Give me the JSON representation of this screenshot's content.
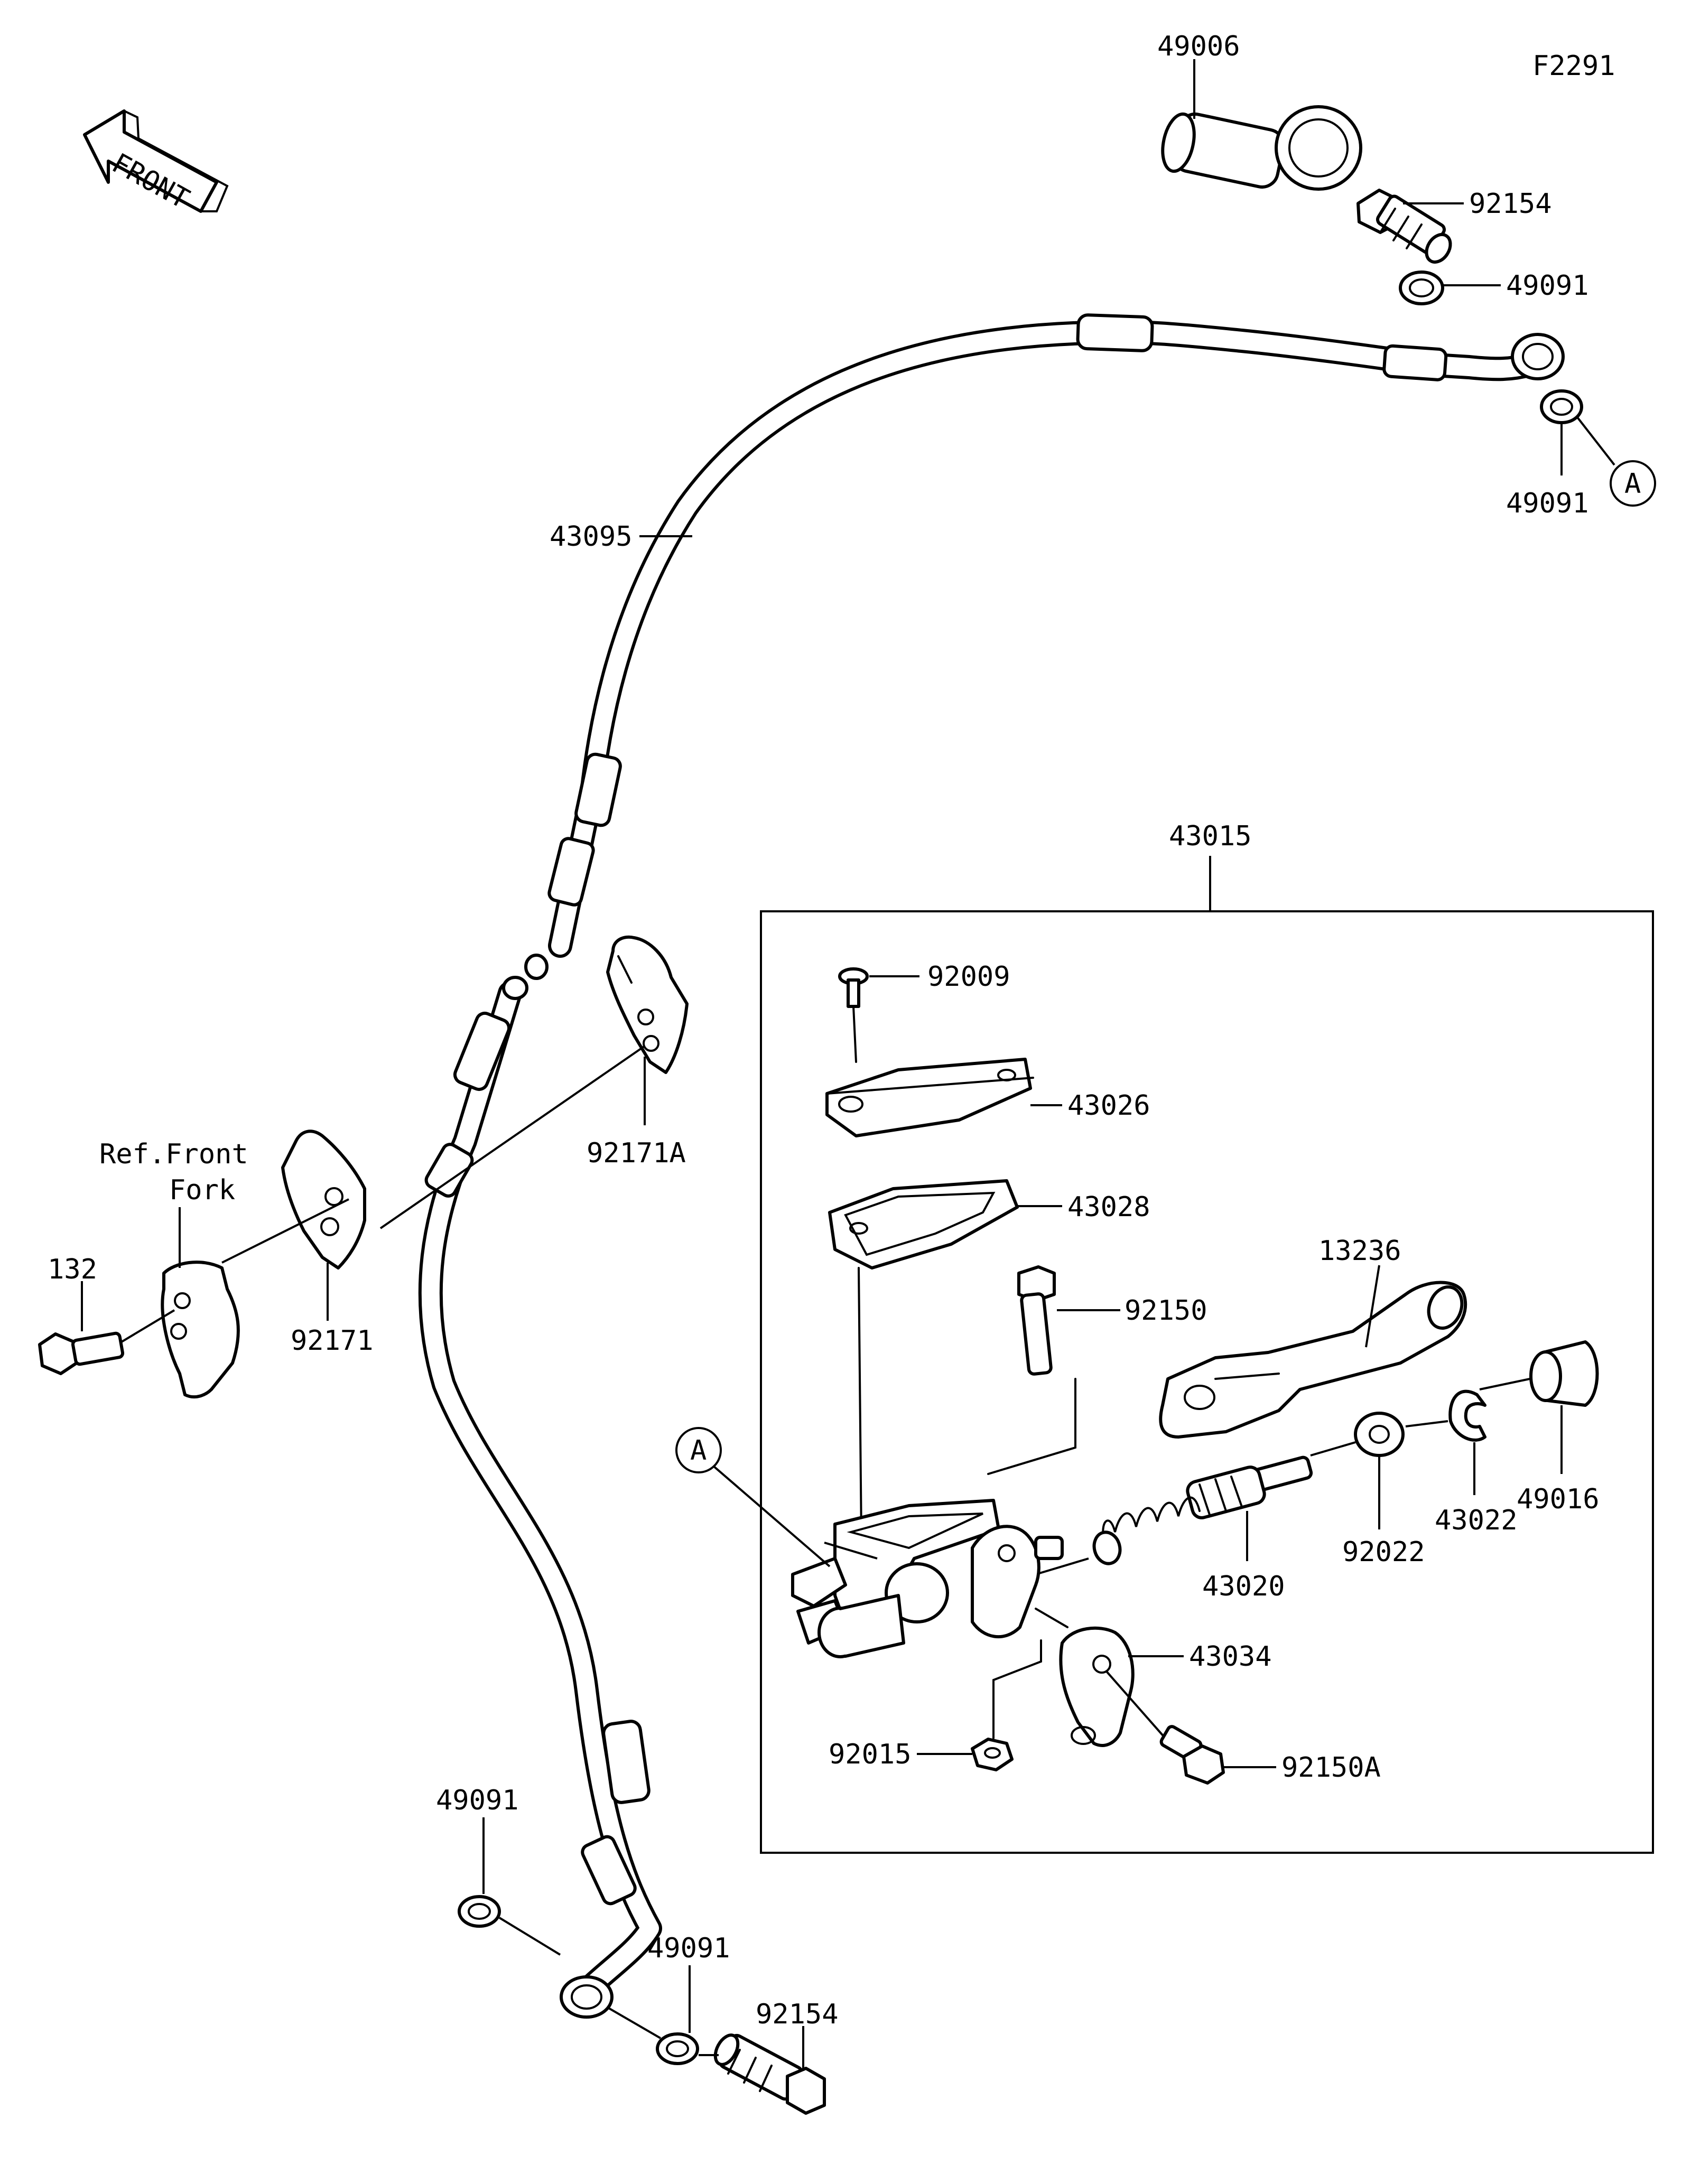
{
  "diagram_id": "F2291",
  "front_arrow_label": "FRONT",
  "ref_note": [
    "Ref.Front",
    "Fork"
  ],
  "callout_letter": "A",
  "parts": {
    "p49006": "49006",
    "p92154_top": "92154",
    "p49091_top1": "49091",
    "p49091_top2": "49091",
    "p43095": "43095",
    "p43015": "43015",
    "p92009": "92009",
    "p43026": "43026",
    "p43028": "43028",
    "p92150": "92150",
    "p13236": "13236",
    "p92171A": "92171A",
    "p92171": "92171",
    "p132": "132",
    "p49016": "49016",
    "p43022": "43022",
    "p92022": "92022",
    "p43020": "43020",
    "p43034": "43034",
    "p92015": "92015",
    "p92150A": "92150A",
    "p49091_bot1": "49091",
    "p49091_bot2": "49091",
    "p92154_bot": "92154"
  }
}
